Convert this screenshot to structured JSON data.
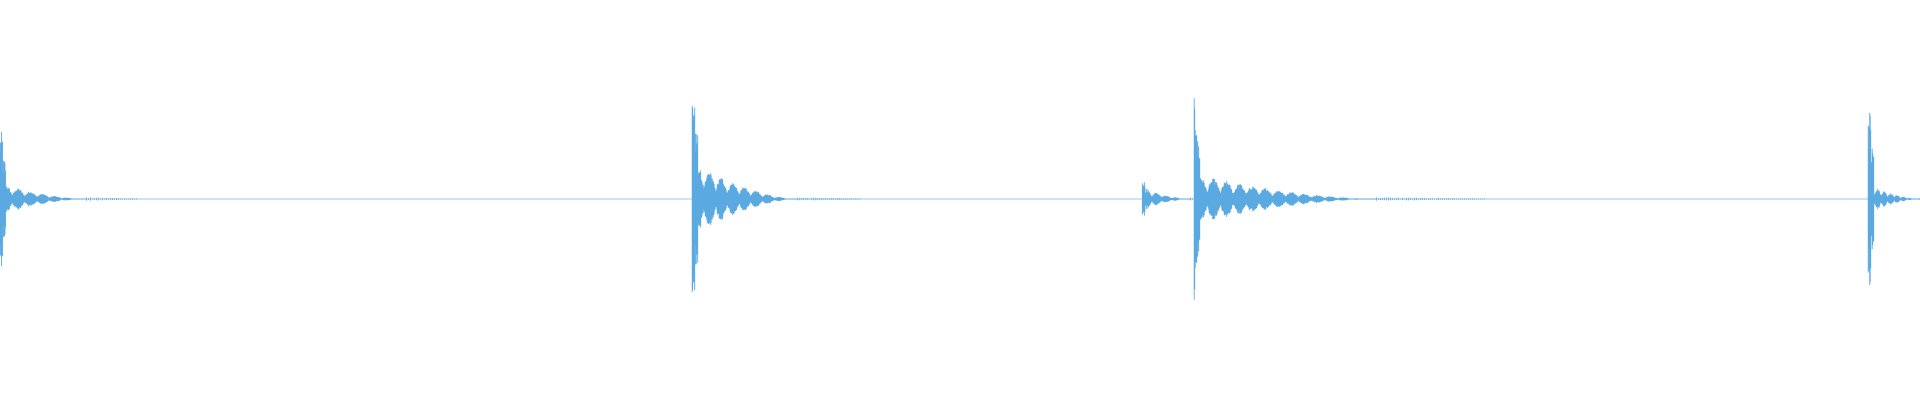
{
  "waveform": {
    "color": "#5aa9e0",
    "baseline_color": "#7fbbe8",
    "amplitude_range": [
      -1,
      1
    ],
    "duration_fraction_visible": [
      0,
      1
    ],
    "events": [
      {
        "name": "hit-1",
        "onset": 0.0,
        "peak_amplitude": 0.6,
        "body_amplitude": 0.14,
        "decay_length": 0.045,
        "oscillations": 7
      },
      {
        "name": "hit-2",
        "onset": 0.3605,
        "peak_amplitude": 1.0,
        "body_amplitude": 0.33,
        "decay_length": 0.055,
        "oscillations": 9
      },
      {
        "name": "hit-3-pre",
        "onset": 0.595,
        "peak_amplitude": 0.16,
        "body_amplitude": 0.1,
        "decay_length": 0.025,
        "oscillations": 5
      },
      {
        "name": "hit-3",
        "onset": 0.622,
        "peak_amplitude": 0.9,
        "body_amplitude": 0.22,
        "decay_length": 0.095,
        "oscillations": 14
      },
      {
        "name": "hit-4",
        "onset": 0.973,
        "peak_amplitude": 0.8,
        "body_amplitude": 0.13,
        "decay_length": 0.027,
        "oscillations": 8
      }
    ]
  }
}
